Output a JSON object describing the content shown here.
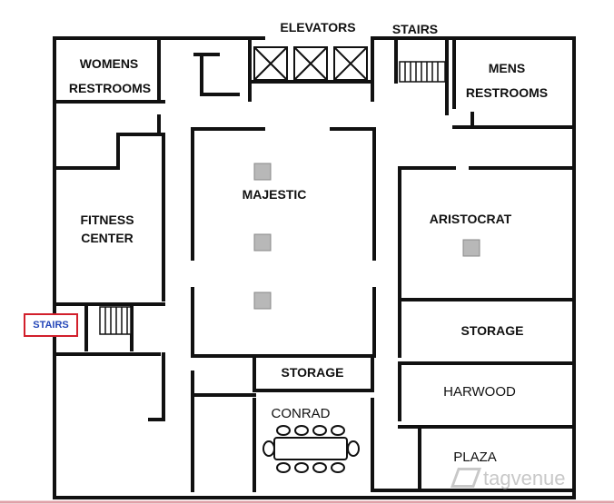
{
  "labels": {
    "elevators": "ELEVATORS",
    "stairs_top": "STAIRS",
    "womens_line1": "WOMENS",
    "womens_line2": "RESTROOMS",
    "mens_line1": "MENS",
    "mens_line2": "RESTROOMS",
    "majestic": "MAJESTIC",
    "fitness_line1": "FITNESS",
    "fitness_line2": "CENTER",
    "aristocrat": "ARISTOCRAT",
    "storage_right": "STORAGE",
    "storage_center": "STORAGE",
    "harwood": "HARWOOD",
    "conrad": "CONRAD",
    "plaza": "PLAZA",
    "stairs_left": "STAIRS"
  },
  "watermark": "tagvenue",
  "colors": {
    "wall": "#111111",
    "highlight_border": "#d21f2b",
    "highlight_text": "#2446b8",
    "column": "#b8b8b8",
    "watermark": "#c8c8c8"
  }
}
